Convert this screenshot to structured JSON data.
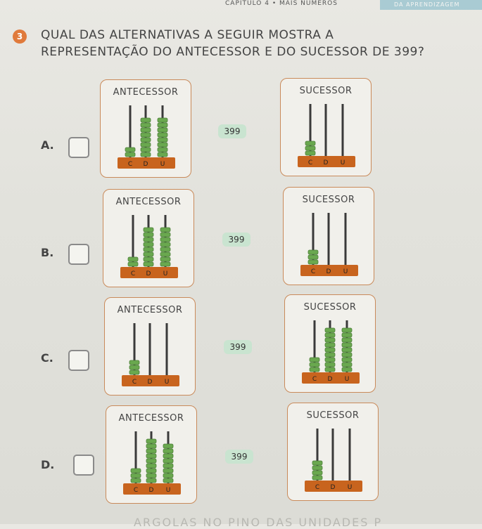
{
  "header": {
    "chapter": "CAPÍTULO 4 • MAIS NÚMEROS",
    "chip": "DA APRENDIZAGEM"
  },
  "question": {
    "number": "3",
    "line1": "QUAL DAS ALTERNATIVAS A SEGUIR MOSTRA A",
    "line2": "REPRESENTAÇÃO DO ANTECESSOR E DO SUCESSOR DE 399?"
  },
  "labels": {
    "antecessor": "ANTECESSOR",
    "sucessor": "SUCESSOR",
    "number": "399"
  },
  "abacus_labels": [
    "C",
    "D",
    "U"
  ],
  "options": [
    {
      "letter": "A.",
      "antecessor": [
        2,
        8,
        8
      ],
      "sucessor": [
        3,
        0,
        0
      ]
    },
    {
      "letter": "B.",
      "antecessor": [
        2,
        8,
        8
      ],
      "sucessor": [
        3,
        0,
        0
      ]
    },
    {
      "letter": "C.",
      "antecessor": [
        3,
        0,
        0
      ],
      "sucessor": [
        3,
        9,
        9
      ]
    },
    {
      "letter": "D.",
      "antecessor": [
        3,
        9,
        8
      ],
      "sucessor": [
        4,
        0,
        0
      ]
    }
  ],
  "footer_fragment": "ARGOLAS NO PINO DAS UNIDADES P",
  "colors": {
    "bead": "#6aa84f",
    "base": "#c8641e",
    "card_border": "#c98a5a",
    "pill": "#c9e4d0"
  }
}
